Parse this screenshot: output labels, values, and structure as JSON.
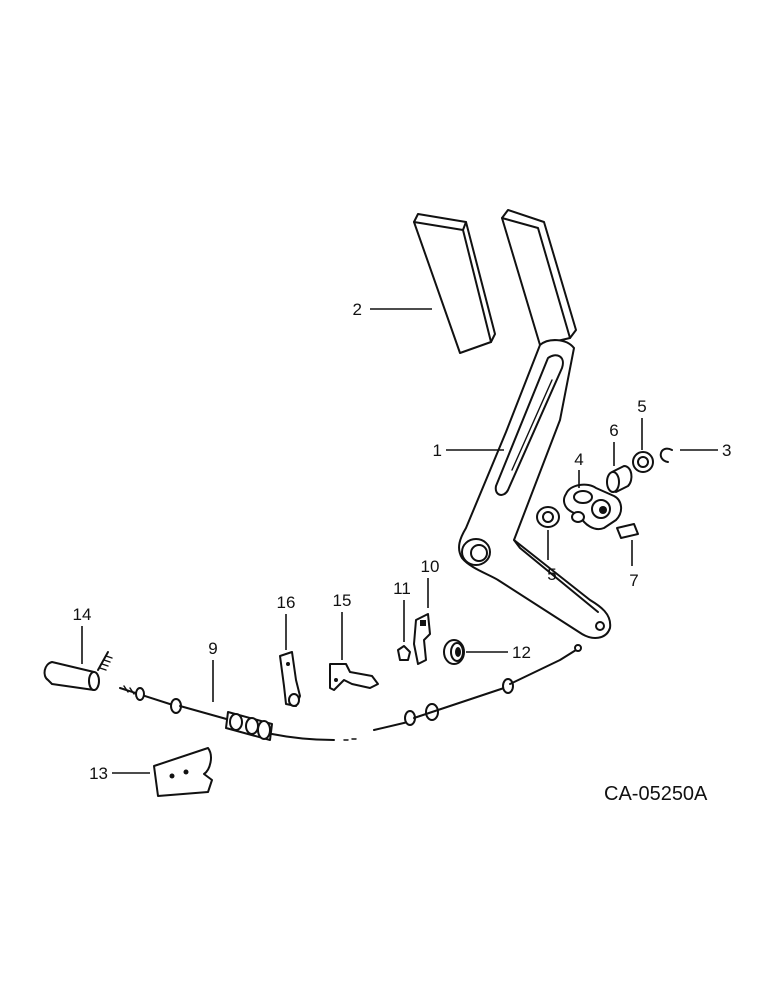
{
  "diagram": {
    "drawing_id": "CA-05250A",
    "callouts": [
      {
        "id": "c1",
        "number": "1"
      },
      {
        "id": "c2",
        "number": "2"
      },
      {
        "id": "c3",
        "number": "3"
      },
      {
        "id": "c4",
        "number": "4"
      },
      {
        "id": "c5a",
        "number": "5"
      },
      {
        "id": "c5b",
        "number": "5"
      },
      {
        "id": "c6",
        "number": "6"
      },
      {
        "id": "c7",
        "number": "7"
      },
      {
        "id": "c9",
        "number": "9"
      },
      {
        "id": "c10",
        "number": "10"
      },
      {
        "id": "c11",
        "number": "11"
      },
      {
        "id": "c12",
        "number": "12"
      },
      {
        "id": "c13",
        "number": "13"
      },
      {
        "id": "c14",
        "number": "14"
      },
      {
        "id": "c15",
        "number": "15"
      },
      {
        "id": "c16",
        "number": "16"
      }
    ]
  }
}
